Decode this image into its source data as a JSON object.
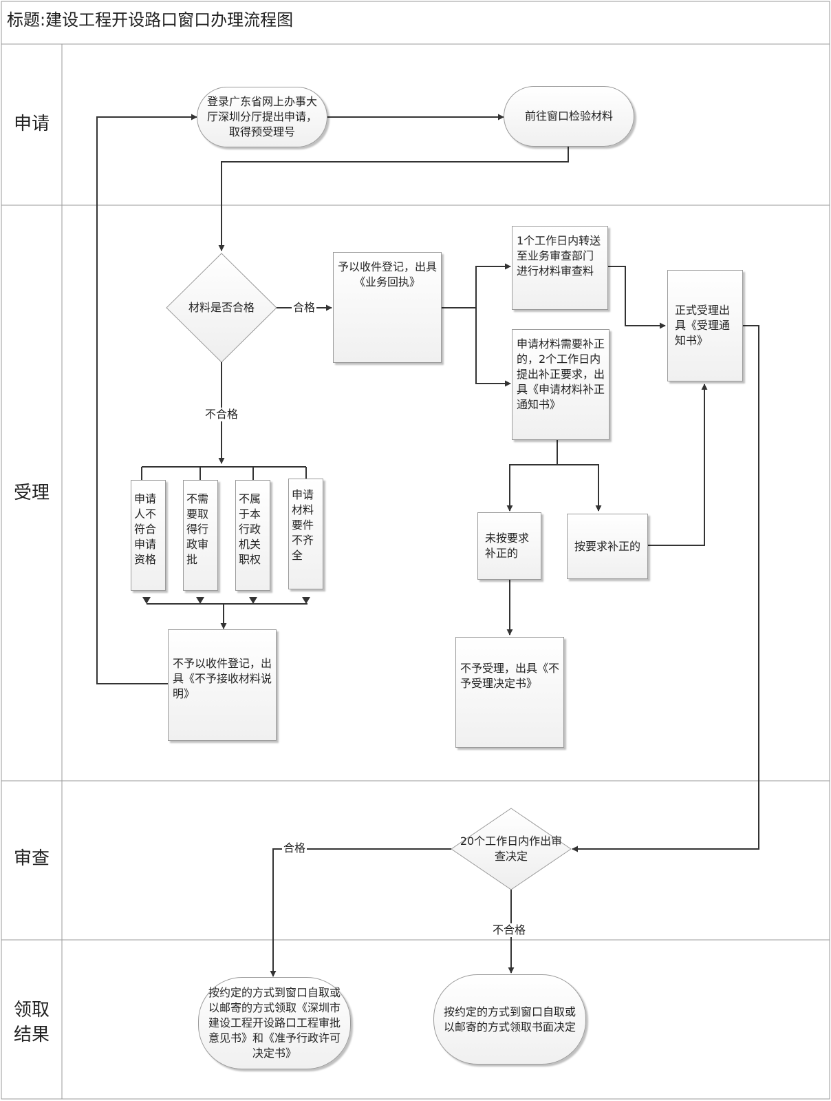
{
  "title": "标题:建设工程开设路口窗口办理流程图",
  "lanes": [
    {
      "label": "申请"
    },
    {
      "label": "受理"
    },
    {
      "label": "审查"
    },
    {
      "label": "领取\n结果"
    }
  ],
  "nodes": {
    "online_apply": "登录广东省网上办事大厅深圳分厅提出申请，取得预受理号",
    "window_check": "前往窗口检验材料",
    "material_ok": "材料是否合格",
    "register": "予以收件登记，出具《业务回执》",
    "transfer": "1个工作日内转送至业务审查部门进行材料审查料",
    "supplement": "申请材料需要补正的，2个工作日内提出补正要求，出具《申请材料补正通知书》",
    "accept": "正式受理出具《受理通知书》",
    "reason1": "申请人不符合申请资格",
    "reason2": "不需要取得行政审批",
    "reason3": "不属于本行政机关职权",
    "reason4": "申请材料要件不齐全",
    "no_register": "不予以收件登记，出具《不予接收材料说明》",
    "not_corrected": "未按要求补正的",
    "corrected": "按要求补正的",
    "reject_accept": "不予受理，出具《不予受理决定书》",
    "review": "20个工作日内作出审查决定",
    "result_pass": "按约定的方式到窗口自取或以邮寄的方式领取《深圳市建设工程开设路口工程审批意见书》和《准予行政许可决定书》",
    "result_fail": "按约定的方式到窗口自取或以邮寄的方式领取书面决定"
  },
  "edge_labels": {
    "pass_1": "合格",
    "fail_1": "不合格",
    "pass_2": "合格",
    "fail_2": "不合格"
  }
}
